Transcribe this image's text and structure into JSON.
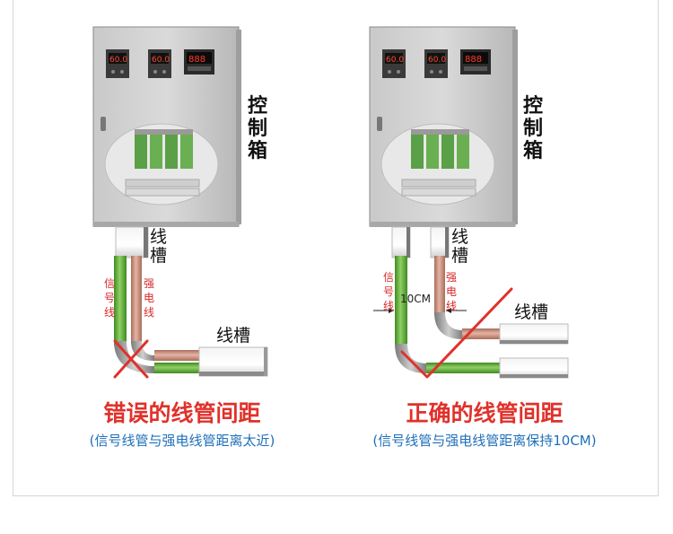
{
  "left": {
    "cabinet_label": [
      "控",
      "制",
      "箱"
    ],
    "trough_label_vertical": [
      "线",
      "槽"
    ],
    "signal_wire_label": [
      "信",
      "号",
      "线"
    ],
    "power_wire_label": [
      "强",
      "电",
      "线"
    ],
    "trough_label": "线槽",
    "title": "错误的线管间距",
    "subtitle": "(信号线管与强电线管距离太近)"
  },
  "right": {
    "cabinet_label": [
      "控",
      "制",
      "箱"
    ],
    "trough_label_vertical": [
      "线",
      "槽"
    ],
    "signal_wire_label": [
      "信",
      "号",
      "线"
    ],
    "power_wire_label": [
      "强",
      "电",
      "线"
    ],
    "distance_label": "10CM",
    "trough_label": "线槽",
    "title": "正确的线管间距",
    "subtitle": "(信号线管与强电线管距离保持10CM)"
  },
  "colors": {
    "signal_pipe": "#5aa832",
    "power_pipe": "#c98d7a",
    "wrong_mark": "#e0312b",
    "right_mark": "#e0312b",
    "title_red": "#e0312b",
    "subtitle_blue": "#1f6fb8"
  },
  "meters": {
    "display_1": "60.0",
    "display_2": "60.0",
    "display_3": "888"
  }
}
